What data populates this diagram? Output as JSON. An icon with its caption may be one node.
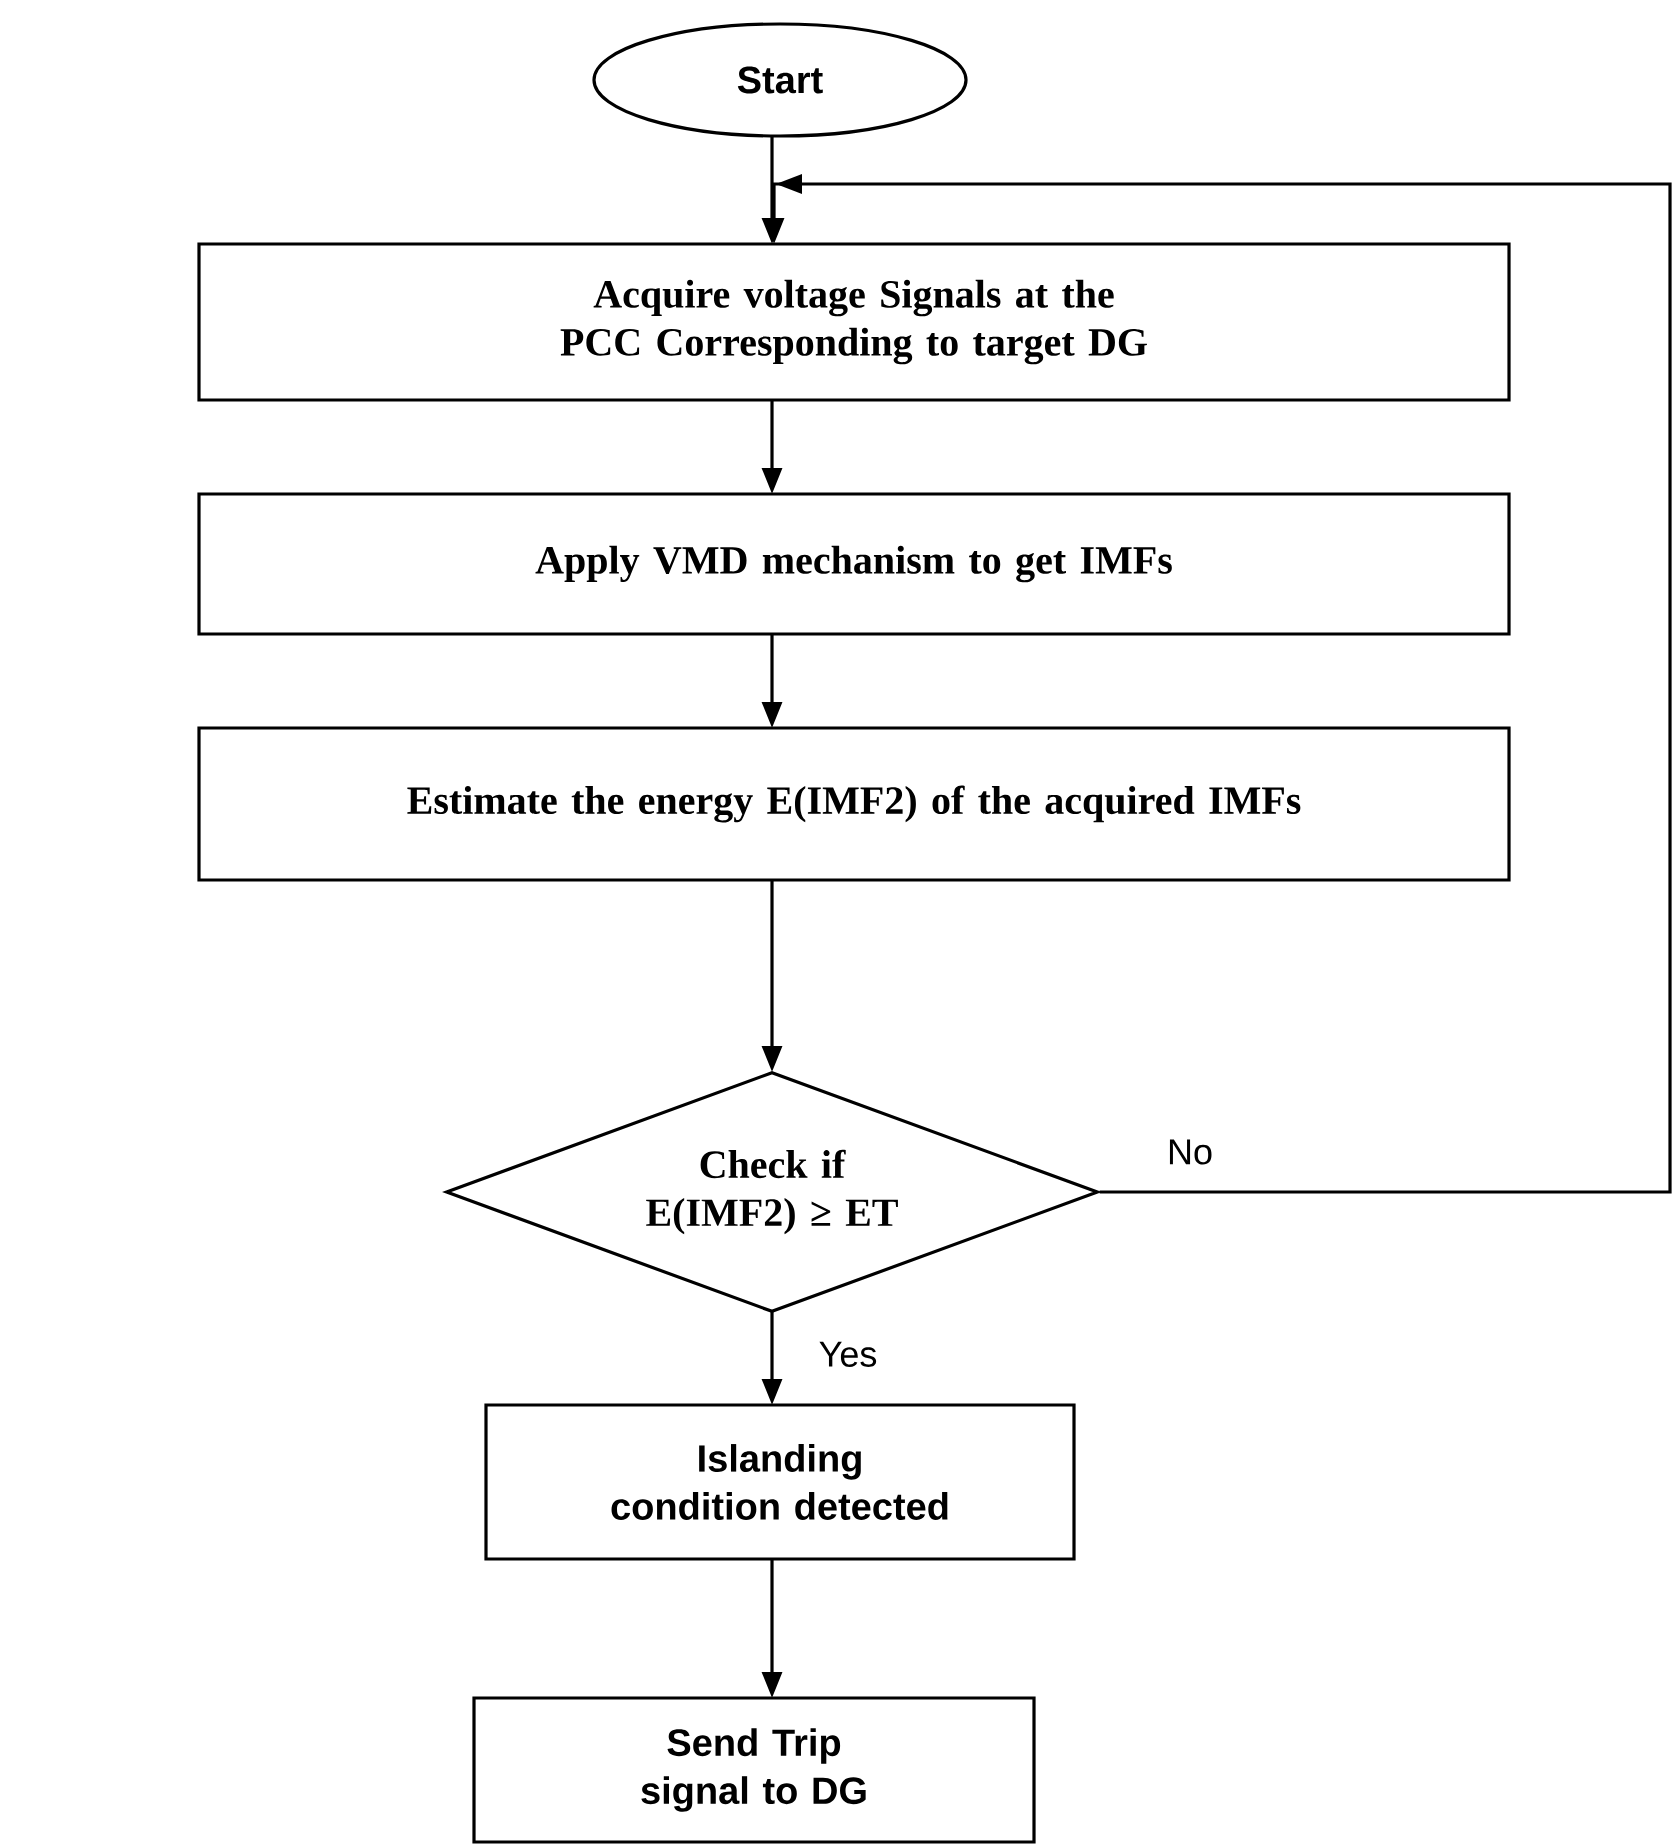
{
  "diagram": {
    "nodes": [
      {
        "text": [
          "Start"
        ]
      },
      {
        "text": [
          "Acquire voltage Signals at the PCC Corresponding to target DG"
        ]
      },
      {
        "text": [
          "Apply VMD mechanism to get IMFs"
        ]
      },
      {
        "text": [
          "Estimate the energy E(IMF2) of the acquired IMFs"
        ]
      },
      {
        "text": [
          "Check if E(IMF2) ≥ ET"
        ]
      },
      {
        "text": [
          "Islanding condition detected"
        ]
      },
      {
        "text": [
          "Send Trip signal to DG"
        ]
      }
    ],
    "edges": [
      {
        "from": 0,
        "to": 1,
        "arrow": "to"
      },
      {
        "from": 1,
        "to": 2,
        "arrow": "to"
      },
      {
        "from": 2,
        "to": 3,
        "arrow": "to"
      },
      {
        "from": 3,
        "to": 4,
        "arrow": "to"
      },
      {
        "from": 4,
        "to": 5,
        "arrow": "to",
        "label": "Yes"
      },
      {
        "from": 5,
        "to": 6,
        "arrow": "to"
      },
      {
        "from": 4,
        "to": 1,
        "arrow": "to",
        "label": "No"
      }
    ]
  }
}
